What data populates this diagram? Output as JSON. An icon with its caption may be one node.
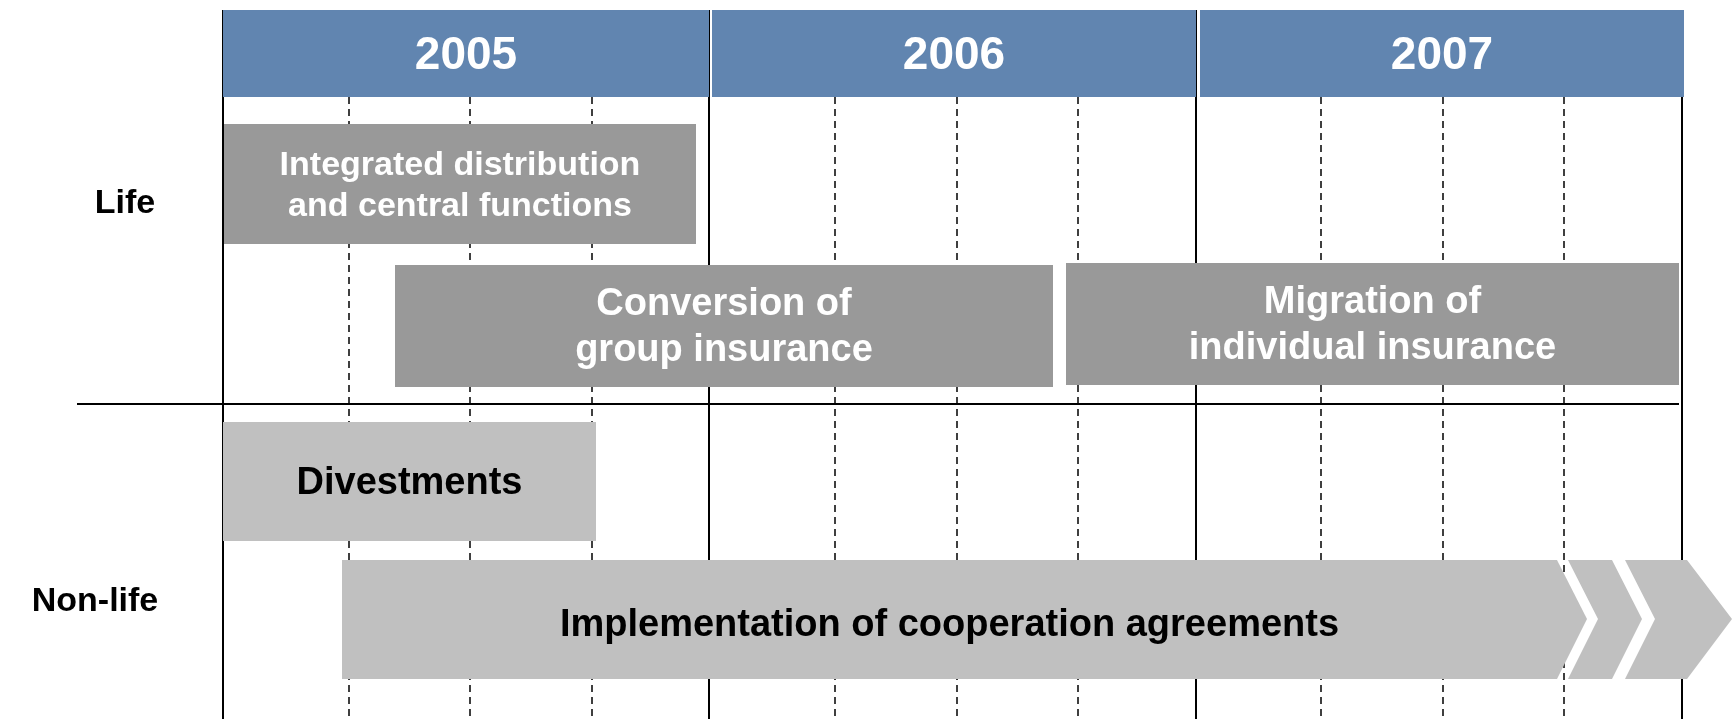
{
  "diagram": {
    "nodes": [
      {
        "text": [
          "2005"
        ]
      },
      {
        "text": [
          "2006"
        ]
      },
      {
        "text": [
          "2007"
        ]
      },
      {
        "text": [
          "Integrated distribution and central functions"
        ]
      },
      {
        "text": [
          "Conversion of group insurance"
        ]
      },
      {
        "text": [
          "Migration of individual insurance"
        ]
      },
      {
        "text": [
          "Divestments"
        ]
      },
      {
        "text": [
          "Implementation of cooperation agreements"
        ]
      }
    ],
    "labels": [
      "Life",
      "Non-life"
    ]
  }
}
